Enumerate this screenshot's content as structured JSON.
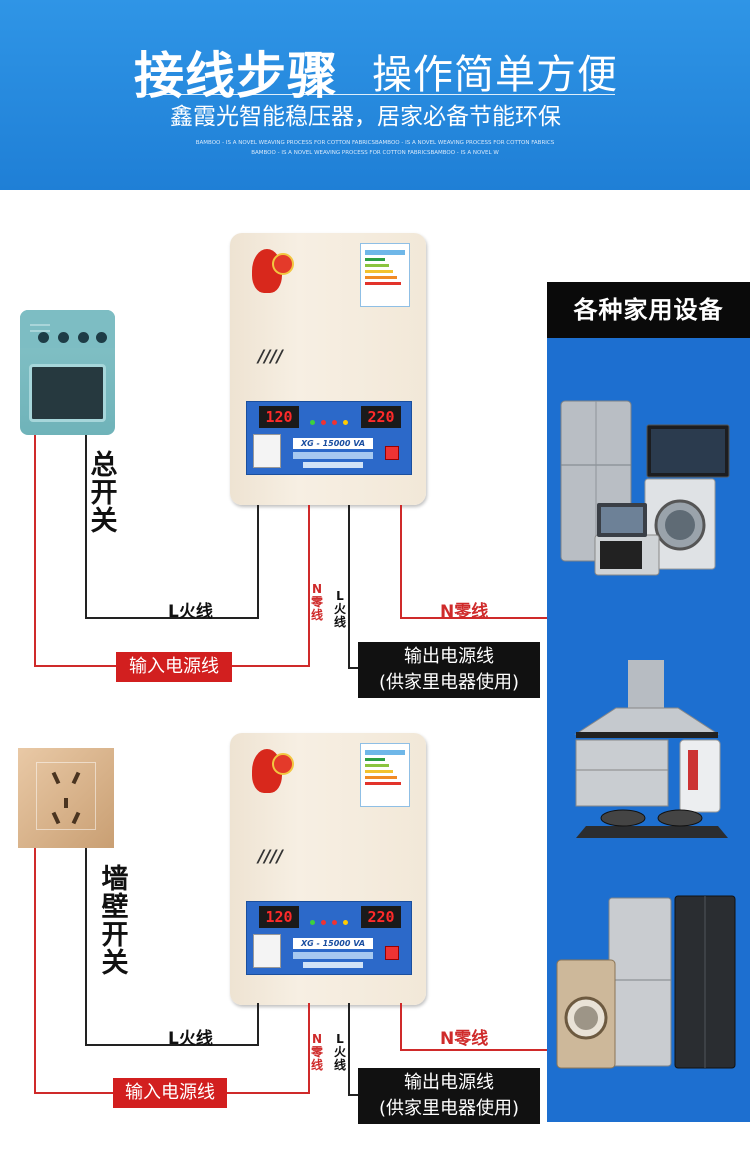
{
  "header": {
    "title": "接线步骤",
    "subtitle": "操作简单方便",
    "tagline": "鑫霞光智能稳压器，居家必备节能环保",
    "english_line1": "BAMBOO - IS A NOVEL WEAVING PROCESS FOR COTTON FABRICSBAMBOO - IS A NOVEL WEAVING PROCESS FOR COTTON FABRICS",
    "english_line2": "BAMBOO - IS A NOVEL WEAVING PROCESS FOR COTTON FABRICSBAMBOO - IS A NOVEL W"
  },
  "panel": {
    "heading": "各种家用设备"
  },
  "regulator": {
    "input_display": "120",
    "output_display": "220",
    "model": "XG - 15000 VA",
    "vent": "////"
  },
  "diagram1": {
    "switch_label": [
      "总",
      "开",
      "关"
    ],
    "l_live": "L火线",
    "n_zero_vertical": [
      "N",
      "零",
      "线"
    ],
    "l_live_vertical": [
      "L",
      "火",
      "线"
    ],
    "n_zero": "N零线",
    "input_line": "输入电源线",
    "output_line_1": "输出电源线",
    "output_line_2": "(供家里电器使用)"
  },
  "diagram2": {
    "switch_label": [
      "墙",
      "壁",
      "开",
      "关"
    ],
    "l_live": "L火线",
    "n_zero_vertical": [
      "N",
      "零",
      "线"
    ],
    "l_live_vertical": [
      "L",
      "火",
      "线"
    ],
    "n_zero": "N零线",
    "input_line": "输入电源线",
    "output_line_1": "输出电源线",
    "output_line_2": "(供家里电器使用)"
  },
  "colors": {
    "header_blue": "#2589e0",
    "panel_blue": "#1d6fd0",
    "wire_red": "#cf2a2a",
    "label_red_bg": "#d21f1f"
  }
}
